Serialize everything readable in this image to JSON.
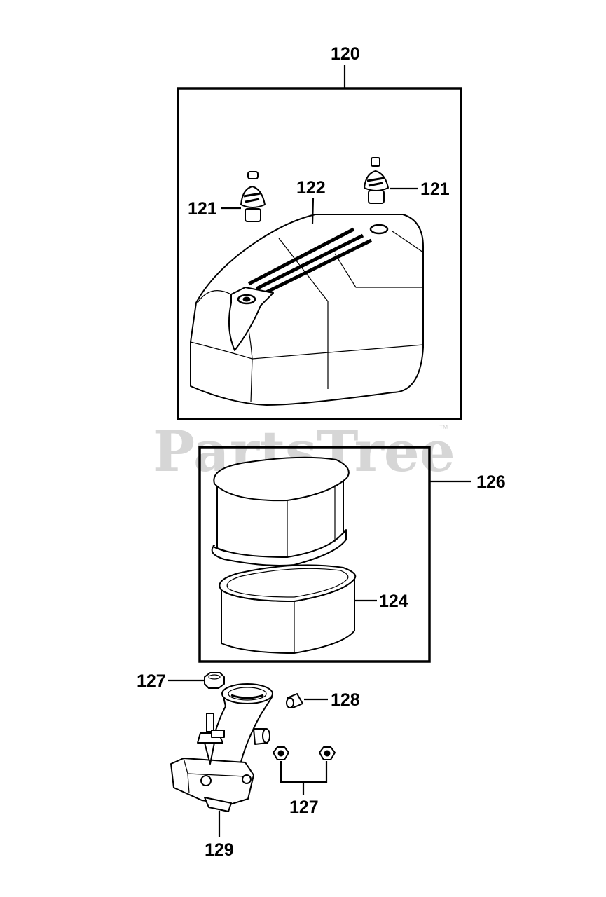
{
  "watermark": {
    "text": "PartsTree",
    "trademark": "™"
  },
  "callouts": {
    "air_cleaner_assembly": "120",
    "cover_knob_left": "121",
    "cover_knob_right": "121",
    "air_cleaner_cover": "122",
    "filter_cartridge_kit": "126",
    "pre_cleaner": "124",
    "nut_top": "127",
    "nuts_bottom": "127",
    "breather_tube": "128",
    "air_cleaner_base": "129"
  }
}
